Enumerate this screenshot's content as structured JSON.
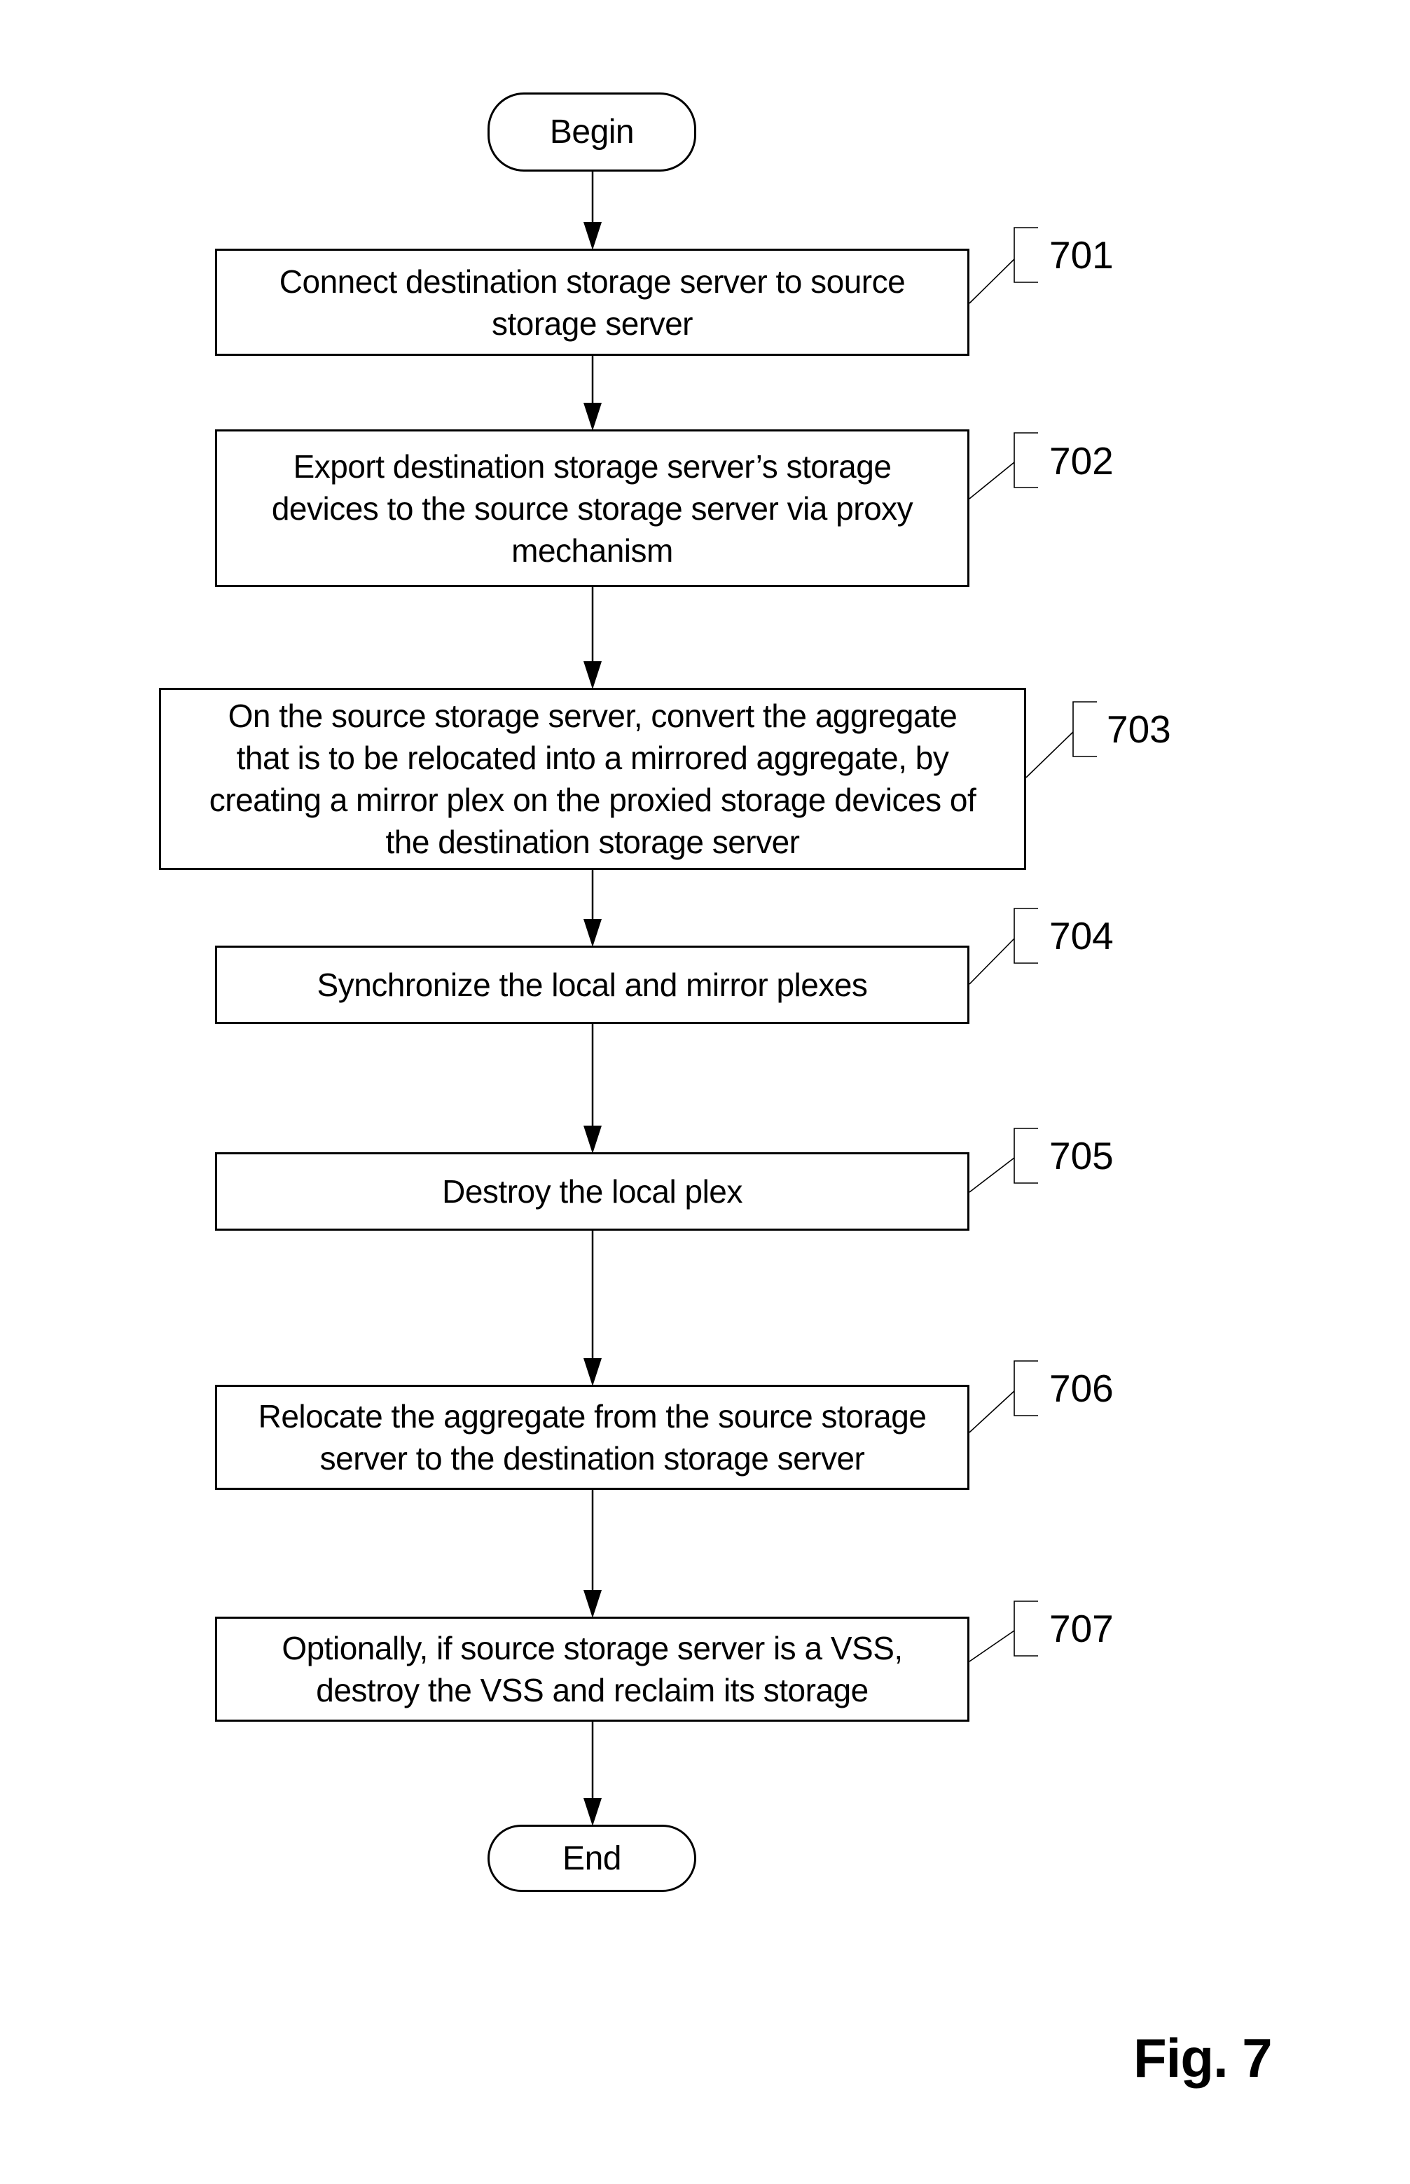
{
  "figure": {
    "caption": "Fig. 7",
    "colors": {
      "ink": "#000000",
      "background": "#ffffff"
    },
    "terminals": {
      "begin": "Begin",
      "end": "End"
    },
    "steps": [
      {
        "ref": "701",
        "text": "Connect destination storage server to source\nstorage server"
      },
      {
        "ref": "702",
        "text": "Export destination storage server’s storage\ndevices to the source storage server via proxy\nmechanism"
      },
      {
        "ref": "703",
        "text": "On the source storage server, convert the aggregate\nthat is to be relocated into a mirrored aggregate, by\ncreating a mirror plex on the proxied storage devices of\nthe destination storage server"
      },
      {
        "ref": "704",
        "text": "Synchronize the local and mirror plexes"
      },
      {
        "ref": "705",
        "text": "Destroy the local plex"
      },
      {
        "ref": "706",
        "text": "Relocate the aggregate from the source storage\nserver to the destination storage server"
      },
      {
        "ref": "707",
        "text": "Optionally, if source storage server is a VSS,\ndestroy the VSS and reclaim its storage"
      }
    ]
  }
}
